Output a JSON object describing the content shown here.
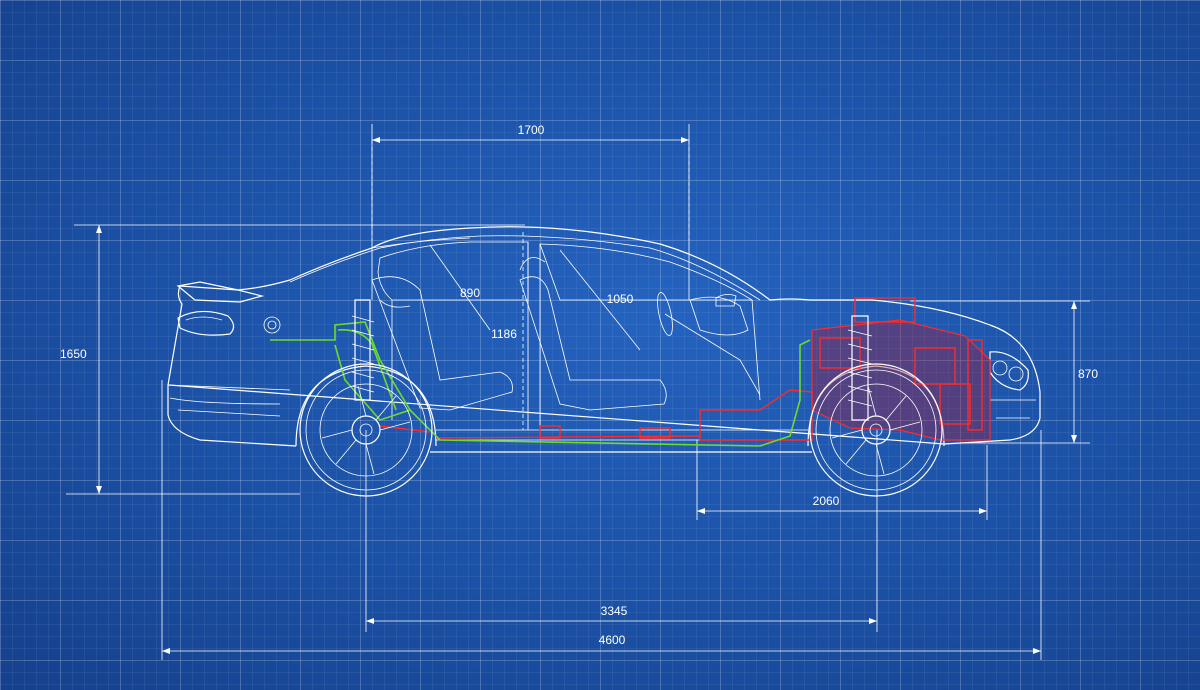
{
  "dimensions": {
    "cabin_length": "1700",
    "height": "1650",
    "front_height": "870",
    "rear_seat": "890",
    "seat_height": "1186",
    "front_seat": "1050",
    "front_overhang": "2060",
    "wheelbase": "3345",
    "overall_length": "4600"
  },
  "colors": {
    "background": "#1b52a8",
    "lines": "#ffffff",
    "engine": "#ff2a2a",
    "suspension_rear": "#6cdc2a"
  }
}
